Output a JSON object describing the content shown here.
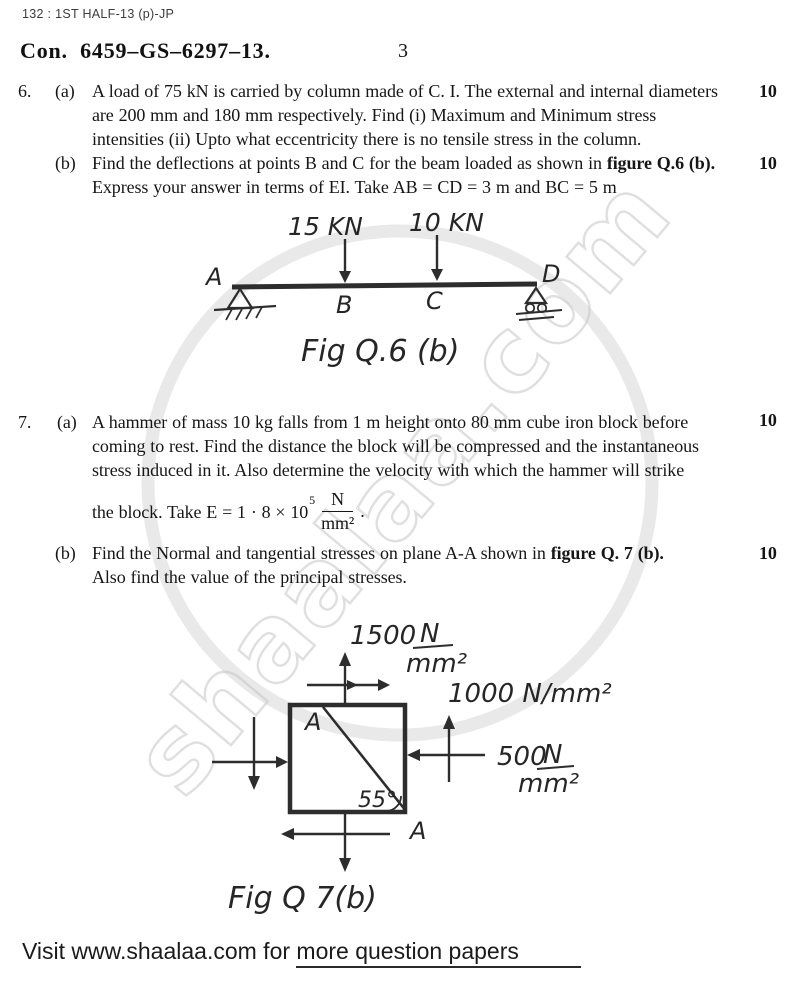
{
  "header": {
    "doc_code": "132 : 1ST HALF-13 (p)-JP",
    "exam_code": "Con.  6459–GS–6297–13.",
    "page_number": "3"
  },
  "q6": {
    "number": "6.",
    "a": {
      "label": "(a)",
      "marks": "10",
      "line1": "A load of 75 kN is carried by column made of C. I. The external and internal diameters",
      "line2": "are 200 mm and 180 mm respectively. Find (i) Maximum and Minimum stress",
      "line3": "intensities (ii) Upto what eccentricity there is no tensile stress in the column."
    },
    "b": {
      "label": "(b)",
      "marks": "10",
      "line1_pre": "Find the deflections at points B and C for the beam loaded as shown in ",
      "line1_bold": "figure Q.6 (b).",
      "line2": "Express your answer in terms of EI. Take AB = CD = 3 m and BC = 5 m"
    }
  },
  "fig6": {
    "caption": "Fig Q.6 (b)",
    "load_b": "15 KN",
    "load_c": "10 KN",
    "label_a": "A",
    "label_b": "B",
    "label_c": "C",
    "label_d": "D"
  },
  "q7": {
    "number": "7.",
    "a": {
      "label": "(a)",
      "marks": "10",
      "line1": "A hammer of mass 10 kg falls from 1 m height onto 80 mm cube iron block before",
      "line2": "coming to rest. Find the distance the block will be compressed and the instantaneous",
      "line3": "stress induced in it. Also determine the velocity with which the hammer will strike",
      "formula": {
        "lead": "the block. Take  E = 1 · 8 × 10",
        "exp": "5",
        "num": "N",
        "den": "mm²",
        "tail": "."
      }
    },
    "b": {
      "label": "(b)",
      "marks": "10",
      "line1_pre": "Find the Normal and tangential stresses on plane A-A shown in ",
      "line1_bold": "figure Q. 7 (b).",
      "line2": "Also find the value of the principal stresses."
    }
  },
  "fig7": {
    "caption": "Fig Q 7(b)",
    "top_value": "1500",
    "top_num": "N",
    "top_den": "mm²",
    "shear_label": "1000 N/mm²",
    "right_value": "500",
    "right_num": "N",
    "right_den": "mm²",
    "angle": "55°",
    "plane_a_top": "A",
    "plane_a_bottom": "A"
  },
  "watermark": {
    "text": "shaalaa.com"
  },
  "footer": {
    "prefix": "Visit www.shaalaa.com for ",
    "underlined": "more question papers"
  }
}
